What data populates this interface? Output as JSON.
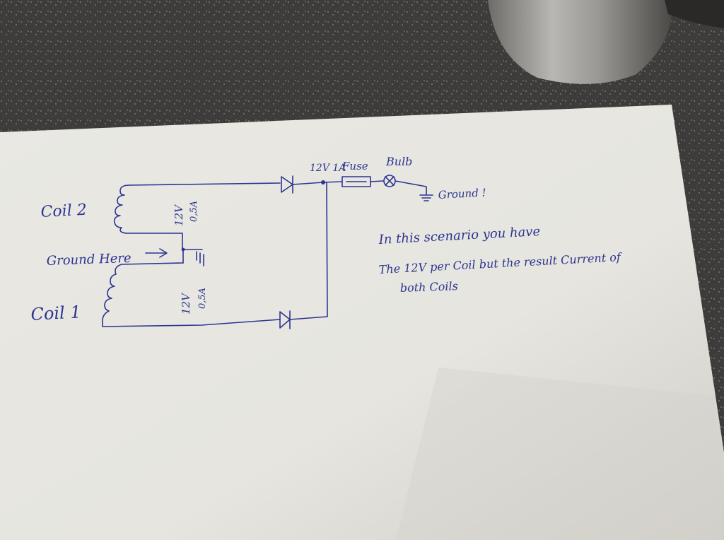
{
  "colors": {
    "countertop": "#3e3c3a",
    "paper": "#ecebe6",
    "ink": "#2c3590",
    "can": "#8c8a87"
  },
  "sketch": {
    "coil2": "Coil 2",
    "coil1": "Coil 1",
    "ground_here": "Ground Here",
    "arrow": "→",
    "coil2_voltage": "12V",
    "coil2_current": "0,5A",
    "coil1_voltage": "12V",
    "coil1_current": "0,5A",
    "node_label": "12V 1A",
    "fuse": "Fuse",
    "bulb": "Bulb",
    "ground": "Ground !",
    "note_line1": "In this scenario you have",
    "note_line2": "The 12V per Coil but the result Current of",
    "note_line3": "both Coils"
  }
}
